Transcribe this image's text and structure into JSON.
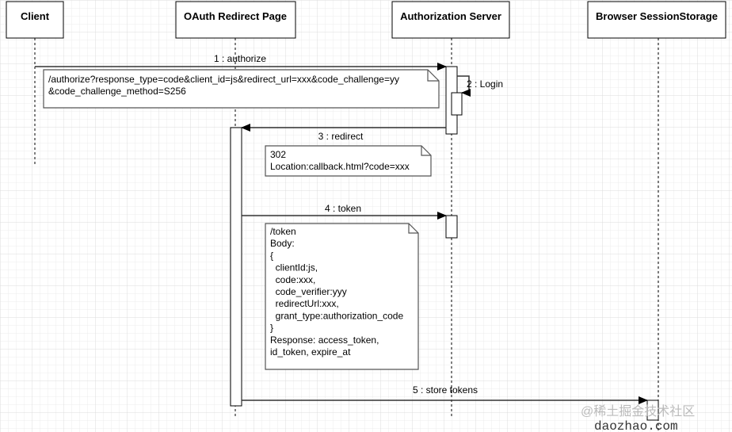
{
  "participants": [
    {
      "name": "Client"
    },
    {
      "name": "OAuth Redirect Page"
    },
    {
      "name": "Authorization Server"
    },
    {
      "name": "Browser SessionStorage"
    }
  ],
  "messages": [
    {
      "label": "1 : authorize",
      "from": "Client",
      "to": "Authorization Server"
    },
    {
      "label": "2 : Login",
      "from": "Authorization Server",
      "to": "Authorization Server"
    },
    {
      "label": "3 : redirect",
      "from": "Authorization Server",
      "to": "OAuth Redirect Page"
    },
    {
      "label": "4 : token",
      "from": "OAuth Redirect Page",
      "to": "Authorization Server"
    },
    {
      "label": "5 : store tokens",
      "from": "OAuth Redirect Page",
      "to": "Browser SessionStorage"
    }
  ],
  "notes": [
    {
      "lines": [
        "/authorize?response_type=code&client_id=js&redirect_url=xxx&code_challenge=yy",
        "&code_challenge_method=S256"
      ]
    },
    {
      "lines": [
        "302",
        "Location:callback.html?code=xxx"
      ]
    },
    {
      "lines": [
        "/token",
        "Body:",
        "{",
        "  clientId:js,",
        "  code:xxx,",
        "  code_verifier:yyy",
        "  redirectUrl:xxx,",
        "  grant_type:authorization_code",
        "}",
        "Response: access_token,",
        "id_token, expire_at"
      ]
    }
  ],
  "watermark": {
    "line1": "@稀土掘金技术社区",
    "line2": "daozhao.com"
  }
}
